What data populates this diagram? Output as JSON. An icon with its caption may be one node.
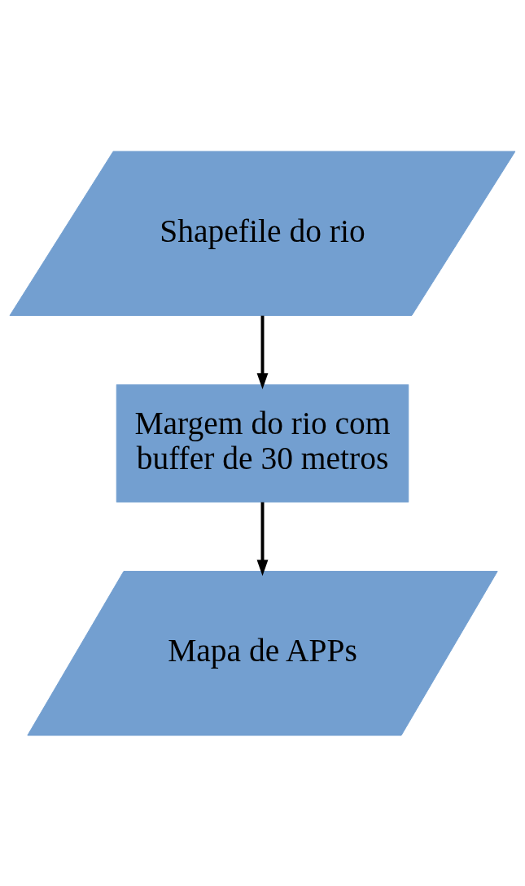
{
  "diagram": {
    "nodes": [
      {
        "text": [
          "Shapefile do rio"
        ]
      },
      {
        "text": [
          "Margem do rio com buffer de 30 metros"
        ]
      },
      {
        "text": [
          "Mapa de APPs"
        ]
      }
    ],
    "edges": [
      {
        "from": 0,
        "to": 1,
        "arrow": "to"
      },
      {
        "from": 1,
        "to": 2,
        "arrow": "to"
      }
    ]
  }
}
